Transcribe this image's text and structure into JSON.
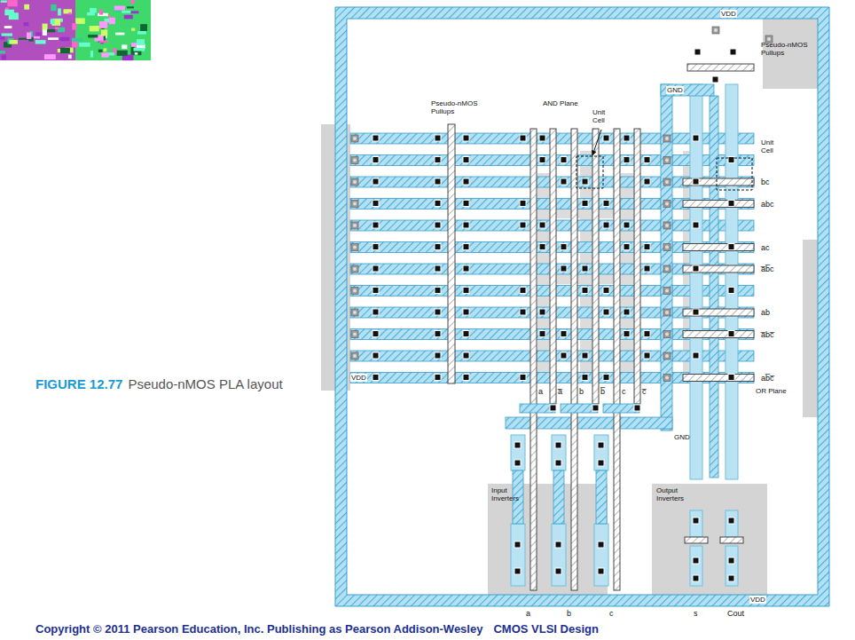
{
  "diagram": {
    "caption": "Pseudo-nMOS PLA layout",
    "labels": [
      "FIGURE 12.77",
      "VDD",
      "Pseudo-nMOS Pullups",
      "GND",
      "Pseudo-nMOS Pullups",
      "AND Plane",
      "Unit Cell",
      "Unit Cell",
      "bc",
      "abc",
      "ac",
      "a̅b̅c",
      "ab",
      "a̅bc̅",
      "ab̅c̅",
      "VDD",
      "a",
      "a̅",
      "b",
      "b̅",
      "c",
      "c̅",
      "OR Plane",
      "GND",
      "Input Inverters",
      "Output Inverters",
      "VDD",
      "a",
      "b",
      "c",
      "s",
      "Cout",
      "Copyright © 2011 Pearson Education, Inc. Publishing as Pearson Addison-Wesley",
      "CMOS VLSI Design"
    ]
  }
}
